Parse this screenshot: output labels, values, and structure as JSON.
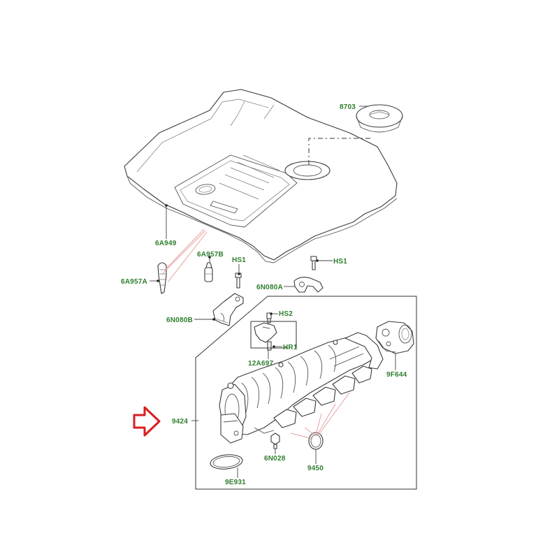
{
  "colors": {
    "label": "#2e7d2e",
    "arrow": "#d81e1e",
    "line": "#3a3a3a",
    "highlight": "#e8a0a0"
  },
  "callouts": {
    "c8703": "8703",
    "c6A949": "6A949",
    "c6A957B": "6A957B",
    "cHS1_left": "HS1",
    "cHS1_right": "HS1",
    "c6A957A": "6A957A",
    "c6N080A": "6N080A",
    "c6N080B": "6N080B",
    "cHS2": "HS2",
    "cHR1": "HR1",
    "c12A697": "12A697",
    "c9F644": "9F644",
    "c9424": "9424",
    "c6N028": "6N028",
    "c9450": "9450",
    "c9E931": "9E931"
  },
  "icons": {
    "pointer": "outline-arrow-right-icon"
  }
}
